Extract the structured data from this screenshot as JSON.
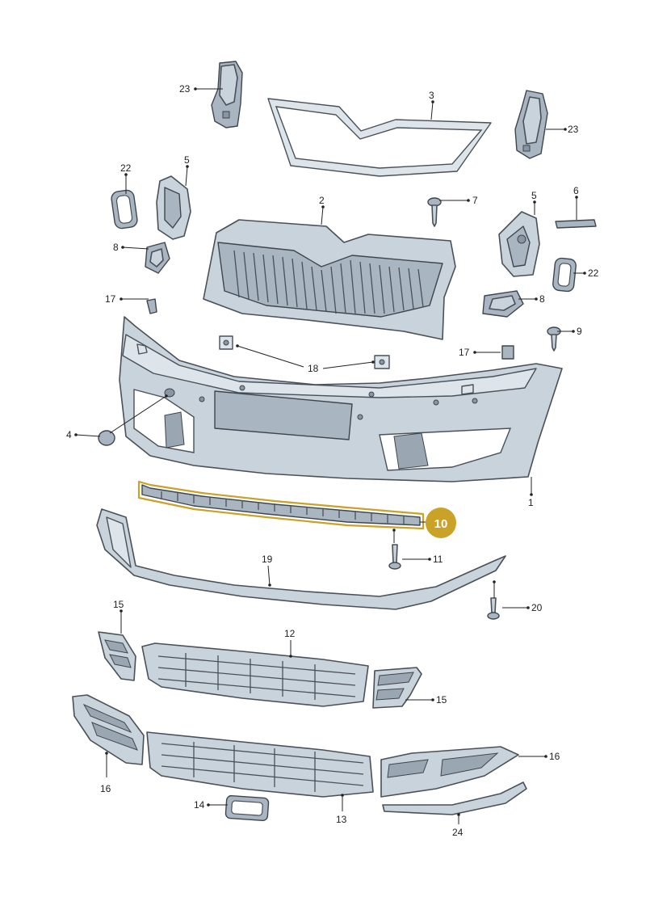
{
  "callouts": {
    "c1": "1",
    "c2": "2",
    "c3": "3",
    "c4": "4",
    "c5_left": "5",
    "c5_right": "5",
    "c6": "6",
    "c7": "7",
    "c8_left": "8",
    "c8_right": "8",
    "c9": "9",
    "c10": "10",
    "c11": "11",
    "c12": "12",
    "c13": "13",
    "c14": "14",
    "c15_left": "15",
    "c15_right": "15",
    "c16_left": "16",
    "c16_right": "16",
    "c17_left": "17",
    "c17_right": "17",
    "c18": "18",
    "c19": "19",
    "c20": "20",
    "c22_left": "22",
    "c22_right": "22",
    "c23_left": "23",
    "c23_right": "23",
    "c24": "24"
  },
  "colors": {
    "part_fill": "#c9d3dc",
    "outline": "#4a5058",
    "highlight": "#c9a227"
  }
}
